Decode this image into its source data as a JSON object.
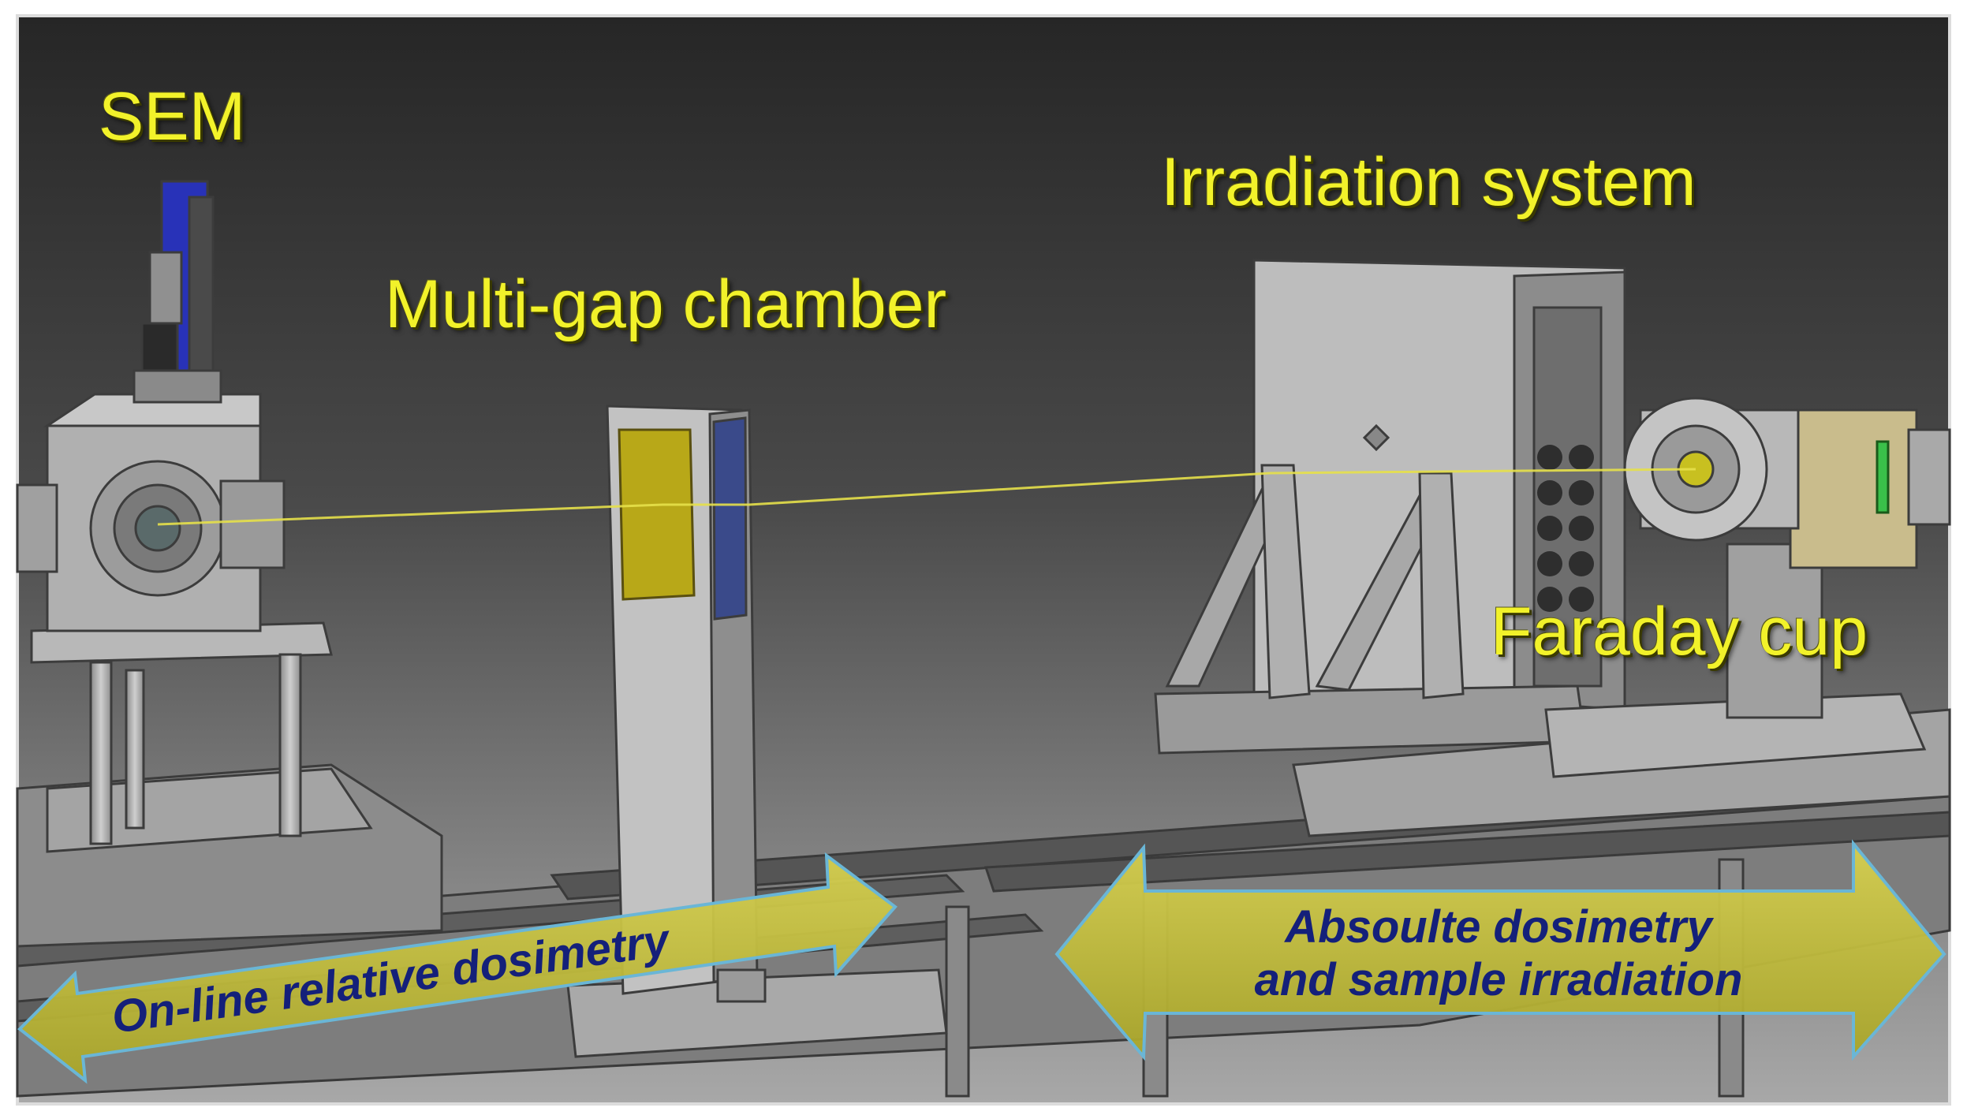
{
  "labels": {
    "sem": "SEM",
    "multigap": "Multi-gap chamber",
    "irradiation": "Irradiation system",
    "faraday": "Faraday cup"
  },
  "arrows": {
    "left": "On-line relative dosimetry",
    "right_line1": "Absoulte dosimetry",
    "right_line2": "and sample irradiation"
  },
  "colors": {
    "label_text": "#f2f22a",
    "arrow_fill": "#c8c23a",
    "arrow_text": "#14207a",
    "beam": "#e6e04a",
    "background_top": "#2a2a2a",
    "background_bottom": "#a6a6a6"
  }
}
